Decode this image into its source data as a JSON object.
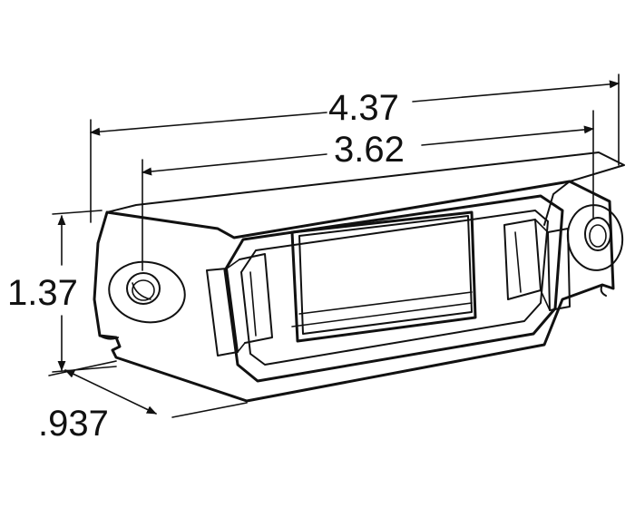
{
  "dimensions": {
    "overall_length": "4.37",
    "hole_spacing": "3.62",
    "height": "1.37",
    "depth": ".937"
  },
  "colors": {
    "line": "#111111",
    "background": "#ffffff"
  }
}
